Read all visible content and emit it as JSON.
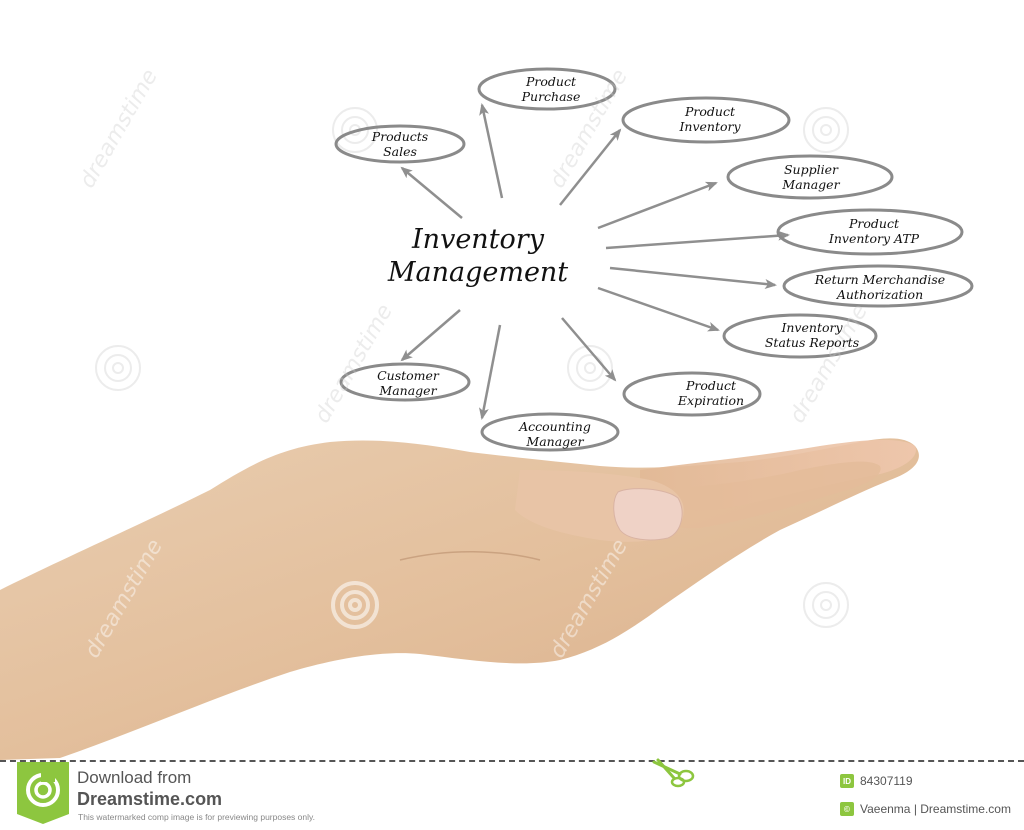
{
  "diagram": {
    "title_line1": "Inventory",
    "title_line2": "Management",
    "nodes": [
      {
        "id": "products-sales",
        "line1": "Products",
        "line2": "Sales"
      },
      {
        "id": "product-purchase",
        "line1": "Product",
        "line2": "Purchase"
      },
      {
        "id": "product-inventory",
        "line1": "Product",
        "line2": "Inventory"
      },
      {
        "id": "supplier-manager",
        "line1": "Supplier",
        "line2": "Manager"
      },
      {
        "id": "product-inventory-atp",
        "line1": "Product",
        "line2": "Inventory ATP"
      },
      {
        "id": "return-merchandise-authorization",
        "line1": "Return Merchandise",
        "line2": "Authorization"
      },
      {
        "id": "inventory-status-reports",
        "line1": "Inventory",
        "line2": "Status Reports"
      },
      {
        "id": "product-expiration",
        "line1": "Product",
        "line2": "Expiration"
      },
      {
        "id": "accounting-manager",
        "line1": "Accounting",
        "line2": "Manager"
      },
      {
        "id": "customer-manager",
        "line1": "Customer",
        "line2": "Manager"
      }
    ],
    "colors": {
      "ellipse_stroke": "#8a8a8a",
      "arrow": "#8f8f8f",
      "text": "#111111",
      "skin": "#e6c3a0"
    }
  },
  "watermark": {
    "text": "dreamstime"
  },
  "footer": {
    "download_from": "Download from",
    "site": "Dreamstime.com",
    "note": "This watermarked comp image is for previewing purposes only.",
    "id_label": "ID",
    "image_id": "84307119",
    "copyright_icon": "©",
    "credit": "Vaeenma | Dreamstime.com",
    "brand_color": "#8dc63f"
  }
}
